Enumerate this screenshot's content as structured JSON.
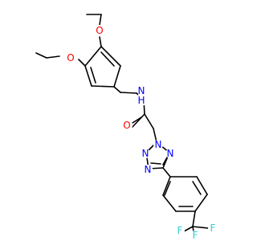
{
  "atoms": {
    "o_top": {
      "symbol": "O",
      "color": "#FF0000"
    },
    "o_left": {
      "symbol": "O",
      "color": "#FF0000"
    },
    "nh": {
      "symbol": "N",
      "h": "H",
      "color": "#0000FF"
    },
    "o_carbonyl": {
      "symbol": "O",
      "color": "#FF0000"
    },
    "n1": {
      "symbol": "N",
      "color": "#0000FF"
    },
    "n2": {
      "symbol": "N",
      "color": "#0000FF"
    },
    "n3": {
      "symbol": "N",
      "color": "#0000FF"
    },
    "n4": {
      "symbol": "N",
      "color": "#0000FF"
    },
    "f1": {
      "symbol": "F",
      "color": "#33CCCC"
    },
    "f2": {
      "symbol": "F",
      "color": "#33CCCC"
    },
    "f3": {
      "symbol": "F",
      "color": "#33CCCC"
    }
  }
}
